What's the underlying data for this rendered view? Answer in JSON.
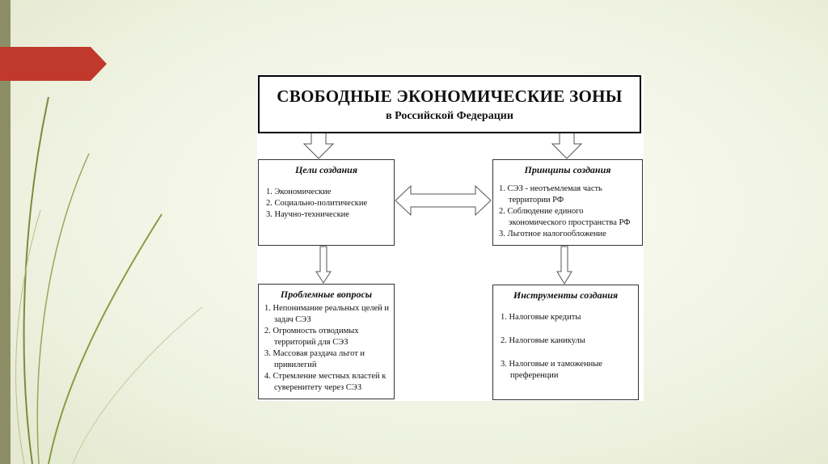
{
  "title": {
    "main": "СВОБОДНЫЕ ЭКОНОМИЧЕСКИЕ ЗОНЫ",
    "sub": "в Российской Федерации"
  },
  "goals": {
    "title": "Цели создания",
    "items": [
      "1. Экономические",
      "2. Социально-политические",
      "3. Научно-технические"
    ]
  },
  "principles": {
    "title": "Принципы создания",
    "items": [
      "1. СЭЗ - неотъемлемая часть территории РФ",
      "2. Соблюдение единого экономического пространства РФ",
      "3. Льготное налогообложение"
    ]
  },
  "problems": {
    "title": "Проблемные вопросы",
    "items": [
      "1. Непонимание реальных целей и задач СЭЗ",
      "2. Огромность отводимых территорий для СЭЗ",
      "3. Массовая раздача льгот и привилегий",
      "4. Стремление местных властей к суверенитету через СЭЗ"
    ]
  },
  "tools": {
    "title": "Инструменты создания",
    "items": [
      "1. Налоговые кредиты",
      "2. Налоговые каникулы",
      "3. Налоговые и таможенные преференции"
    ]
  },
  "colors": {
    "background": "#f1f4e4",
    "left_bar": "#8c8f66",
    "accent_red": "#c0392b"
  }
}
